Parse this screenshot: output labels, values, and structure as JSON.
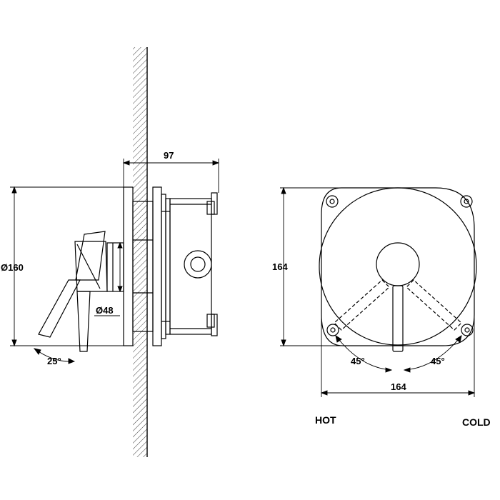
{
  "dimensions": {
    "depth": "97",
    "diameter_plate": "Ø160",
    "diameter_handle": "Ø48",
    "angle_side": "25°",
    "height_front": "164",
    "width_front": "164",
    "angle_left": "45°",
    "angle_right": "45°"
  },
  "labels": {
    "hot": "HOT",
    "cold": "COLD"
  }
}
